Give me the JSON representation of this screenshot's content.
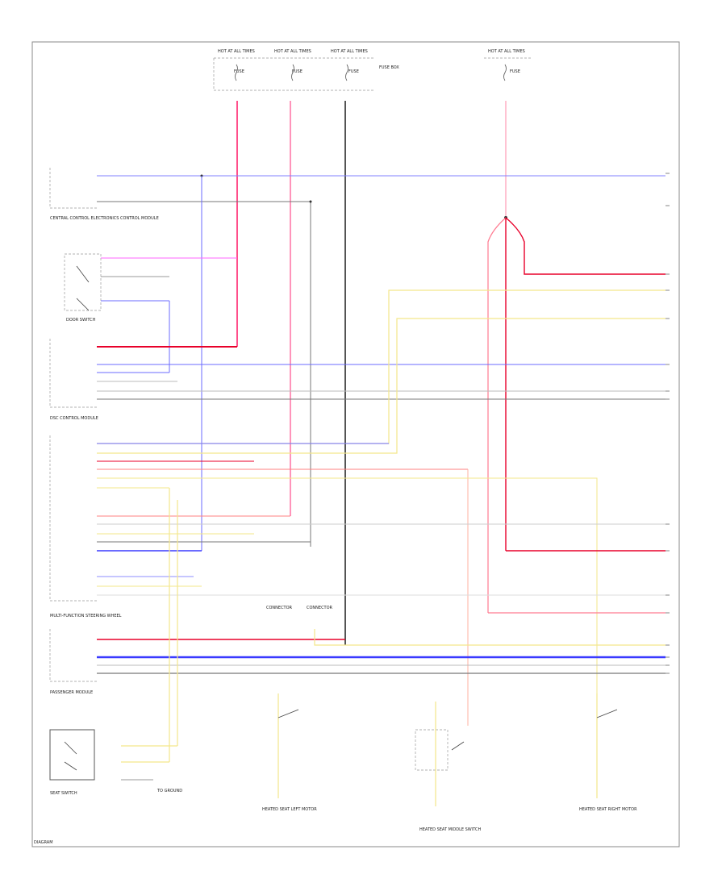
{
  "power_sources": [
    {
      "label": "HOT AT ALL TIMES",
      "fuse": "FUSE"
    },
    {
      "label": "HOT AT ALL TIMES",
      "fuse": "FUSE"
    },
    {
      "label": "HOT AT ALL TIMES",
      "fuse": "FUSE"
    },
    {
      "label": "HOT AT ALL TIMES",
      "fuse": "FUSE"
    }
  ],
  "fuse_box_label": "FUSE BOX",
  "components": {
    "central_control": "CENTRAL CONTROL ELECTRONICS CONTROL MODULE",
    "door_switch": "DOOR SWITCH",
    "dsc_module": "DSC CONTROL MODULE",
    "multi_function": "MULTI-FUNCTION STEERING WHEEL",
    "passenger_module": "PASSENGER MODULE",
    "seat_switch": "SEAT SWITCH",
    "connector_group": "CONNECTOR",
    "bottom_left_motor": "HEATED SEAT LEFT MOTOR",
    "bottom_mid_motor": "HEATED SEAT MIDDLE SWITCH",
    "bottom_right_motor": "HEATED SEAT RIGHT MOTOR",
    "seat_switch_ground": "TO GROUND"
  },
  "colors": {
    "red": "#e8002a",
    "pink": "#ff5fae",
    "blue": "#3a3aff",
    "lightblue": "#8e8eff",
    "yellow": "#f3e78a",
    "gray": "#9a9a9a",
    "black": "#222222",
    "frame": "#888888"
  },
  "footnote": "DIAGRAM"
}
